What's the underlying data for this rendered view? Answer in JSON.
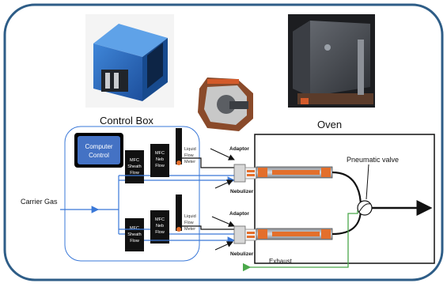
{
  "labels": {
    "control_box": "Control Box",
    "oven": "Oven",
    "computer_control_line1": "Computer",
    "computer_control_line2": "Control",
    "carrier_gas": "Carrier Gas",
    "pneumatic_valve": "Pneumatic valve",
    "exhaust": "Exhaust",
    "adaptor_top": "Adaptor",
    "adaptor_bottom": "Adaptor",
    "nebulizer_top": "Nebulizer",
    "nebulizer_bottom": "Nebulizer",
    "mfc_sheath_top": [
      "MFC",
      "Sheath",
      "Flow"
    ],
    "mfc_neb_top": [
      "MFC",
      "Neb",
      "Flow"
    ],
    "mfc_sheath_bottom": [
      "MFC",
      "Sheath",
      "Flow"
    ],
    "mfc_neb_bottom": [
      "MFC",
      "Neb",
      "Flow"
    ],
    "liquid_flow_meter_top": [
      "Liquid",
      "Flow",
      "Meter"
    ],
    "liquid_flow_meter_bottom": [
      "Liquid",
      "Flow",
      "Meter"
    ]
  },
  "colors": {
    "frame_border": "#2e5d87",
    "computer_box": "#4472c4",
    "blue_line": "#3a78d8",
    "green_line": "#4aa84a",
    "orange": "#e36f2c",
    "black": "#111111"
  }
}
